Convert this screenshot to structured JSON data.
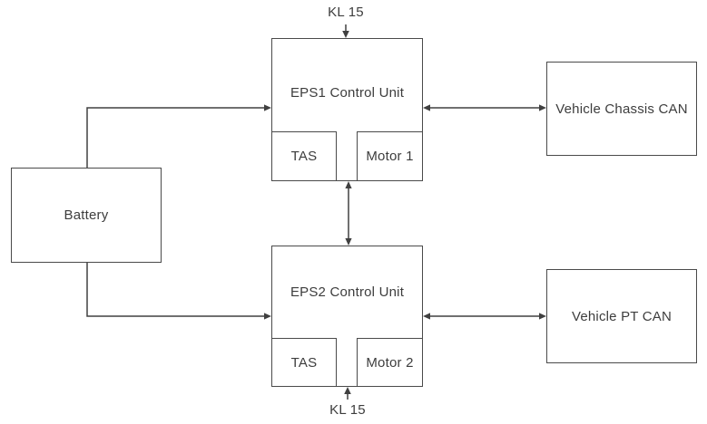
{
  "diagram": {
    "type": "block-diagram",
    "background": "#ffffff",
    "colors": {
      "line": "#404040",
      "box_border": "#4a4a4a",
      "box_fill": "#ffffff",
      "text": "#3d3d3d"
    },
    "nodes": {
      "kl15_top": {
        "label": "KL 15"
      },
      "eps1": {
        "label": "EPS1 Control Unit"
      },
      "tas1": {
        "label": "TAS"
      },
      "motor1": {
        "label": "Motor 1"
      },
      "battery": {
        "label": "Battery"
      },
      "chassis_can": {
        "label": "Vehicle Chassis CAN"
      },
      "eps2": {
        "label": "EPS2 Control Unit"
      },
      "tas2": {
        "label": "TAS"
      },
      "motor2": {
        "label": "Motor 2"
      },
      "pt_can": {
        "label": "Vehicle PT CAN"
      },
      "kl15_bottom": {
        "label": "KL 15"
      }
    },
    "connections": [
      {
        "from": "kl15_top",
        "to": "eps1",
        "style": "single-arrow",
        "direction": "down"
      },
      {
        "from": "battery",
        "to": "eps1",
        "style": "single-arrow",
        "route": "up-then-right"
      },
      {
        "from": "battery",
        "to": "eps2",
        "style": "single-arrow",
        "route": "down-then-right"
      },
      {
        "from": "eps1",
        "to": "chassis_can",
        "style": "double-arrow",
        "direction": "horizontal"
      },
      {
        "from": "eps1",
        "to": "eps2",
        "style": "double-arrow",
        "direction": "vertical"
      },
      {
        "from": "eps2",
        "to": "pt_can",
        "style": "double-arrow",
        "direction": "horizontal"
      },
      {
        "from": "kl15_bottom",
        "to": "eps2",
        "style": "single-arrow",
        "direction": "up"
      }
    ]
  }
}
